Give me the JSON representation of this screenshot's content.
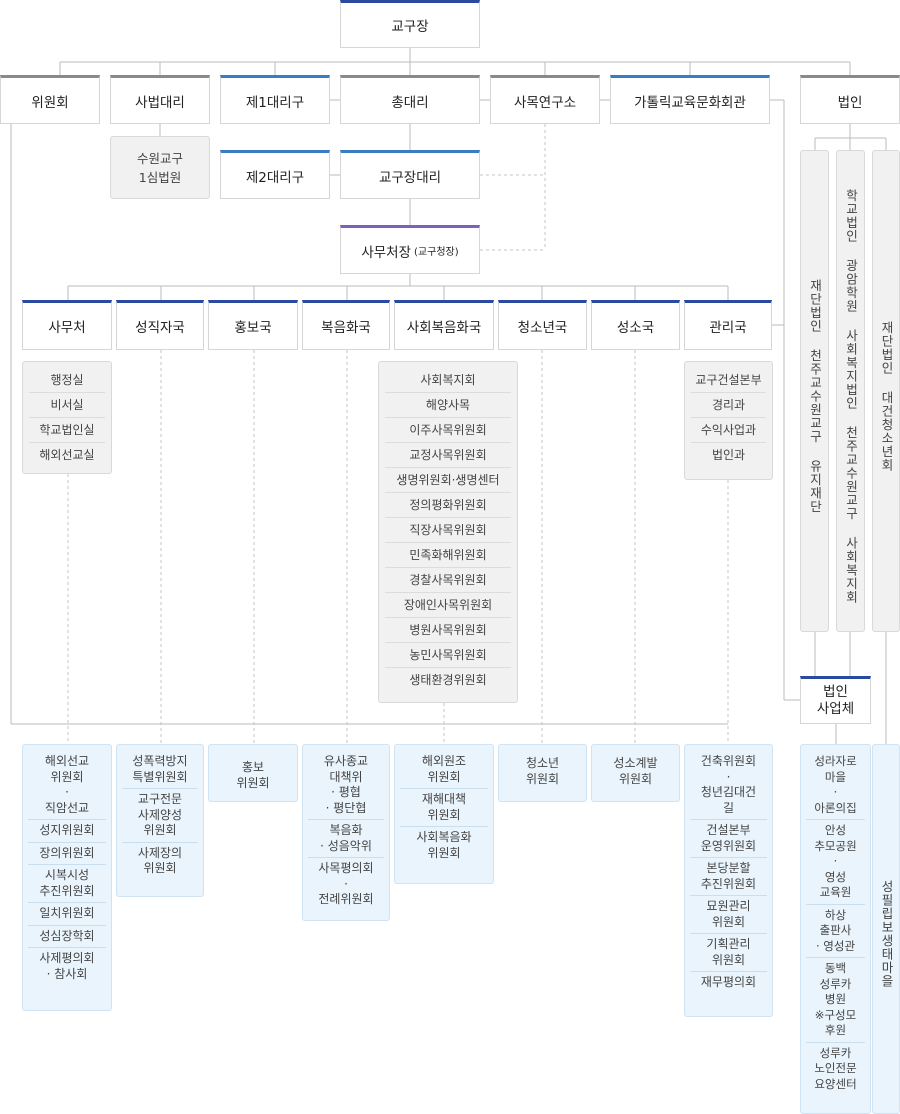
{
  "top": {
    "bishop": "교구장",
    "committee": "위원회",
    "judicial_vicar": "사법대리",
    "vicar1": "제1대리구",
    "general_vicar": "총대리",
    "pastoral_institute": "사목연구소",
    "culture_center": "가톨릭교육문화회관",
    "corporation": "법인",
    "vicar2": "제2대리구",
    "bishop_vicar": "교구장대리",
    "chancellor": "사무처장",
    "chancellor_sub": "(교구청장)",
    "court": [
      "수원교구",
      "1심법원"
    ]
  },
  "departments": [
    "사무처",
    "성직자국",
    "홍보국",
    "복음화국",
    "사회복음화국",
    "청소년국",
    "성소국",
    "관리국"
  ],
  "office_units": [
    "행정실",
    "비서실",
    "학교법인실",
    "해외선교실"
  ],
  "social_units": [
    "사회복지회",
    "해양사목",
    "이주사목위원회",
    "교정사목위원회",
    "생명위원회·생명센터",
    "정의평화위원회",
    "직장사목위원회",
    "민족화해위원회",
    "경찰사목위원회",
    "장애인사목위원회",
    "병원사목위원회",
    "농민사목위원회",
    "생태환경위원회"
  ],
  "management_units": [
    "교구건설본부",
    "경리과",
    "수익사업과",
    "법인과"
  ],
  "corporations": {
    "foundation": "재단법인 천주교수원교구 유지재단",
    "school_welfare": "학교법인 광암학원  사회복지법인 천주교수원교구 사회복지회",
    "youth": "재단법인 대건청소년회",
    "business": [
      "법인",
      "사업체"
    ]
  },
  "committees": {
    "office": [
      [
        "해외선교",
        "위원회"
      ],
      [
        "·",
        "직암선교"
      ],
      [
        "성지위원회"
      ],
      [
        "·",
        "장의위원회"
      ],
      [
        "시복시성",
        "추진위원회"
      ],
      [
        "·",
        "일치위원회"
      ],
      [
        "·",
        "성심장학회"
      ],
      [
        "사제평의회",
        "· 참사회"
      ]
    ],
    "clergy": [
      [
        "성폭력방지",
        "특별위원회"
      ],
      [
        "교구전문",
        "사제양성",
        "위원회"
      ],
      [
        "사제장의",
        "위원회"
      ]
    ],
    "pr": [
      [
        "홍보",
        "위원회"
      ]
    ],
    "evangel": [
      [
        "유사종교",
        "대책위",
        "· 평협",
        "· 평단협"
      ],
      [
        "복음화",
        "· 성음악위"
      ],
      [
        "사목평의회",
        "·",
        "전례위원회"
      ]
    ],
    "social": [
      [
        "해외원조",
        "위원회"
      ],
      [
        "재해대책",
        "위원회"
      ],
      [
        "사회복음화",
        "위원회"
      ]
    ],
    "youth": [
      [
        "청소년",
        "위원회"
      ]
    ],
    "vocation": [
      [
        "성소계발",
        "위원회"
      ]
    ],
    "management": [
      [
        "건축위원회",
        "·",
        "청년김대건",
        "길"
      ],
      [
        "건설본부",
        "운영위원회"
      ],
      [
        "본당분할",
        "추진위원회"
      ],
      [
        "묘원관리",
        "위원회"
      ],
      [
        "기획관리",
        "위원회"
      ],
      [
        "재무평의회"
      ]
    ],
    "business": [
      [
        "성라자로",
        "마을",
        "·",
        "아론의집"
      ],
      [
        "안성",
        "추모공원",
        "·",
        "영성",
        "교육원"
      ],
      [
        "하상",
        "출판사",
        "· 영성관"
      ],
      [
        "동백",
        "성루카",
        "병원",
        "※구성모",
        "후원"
      ],
      [
        "성루카",
        "노인전문",
        "요양센터"
      ]
    ],
    "seongpil": "성필립보생태마을"
  }
}
